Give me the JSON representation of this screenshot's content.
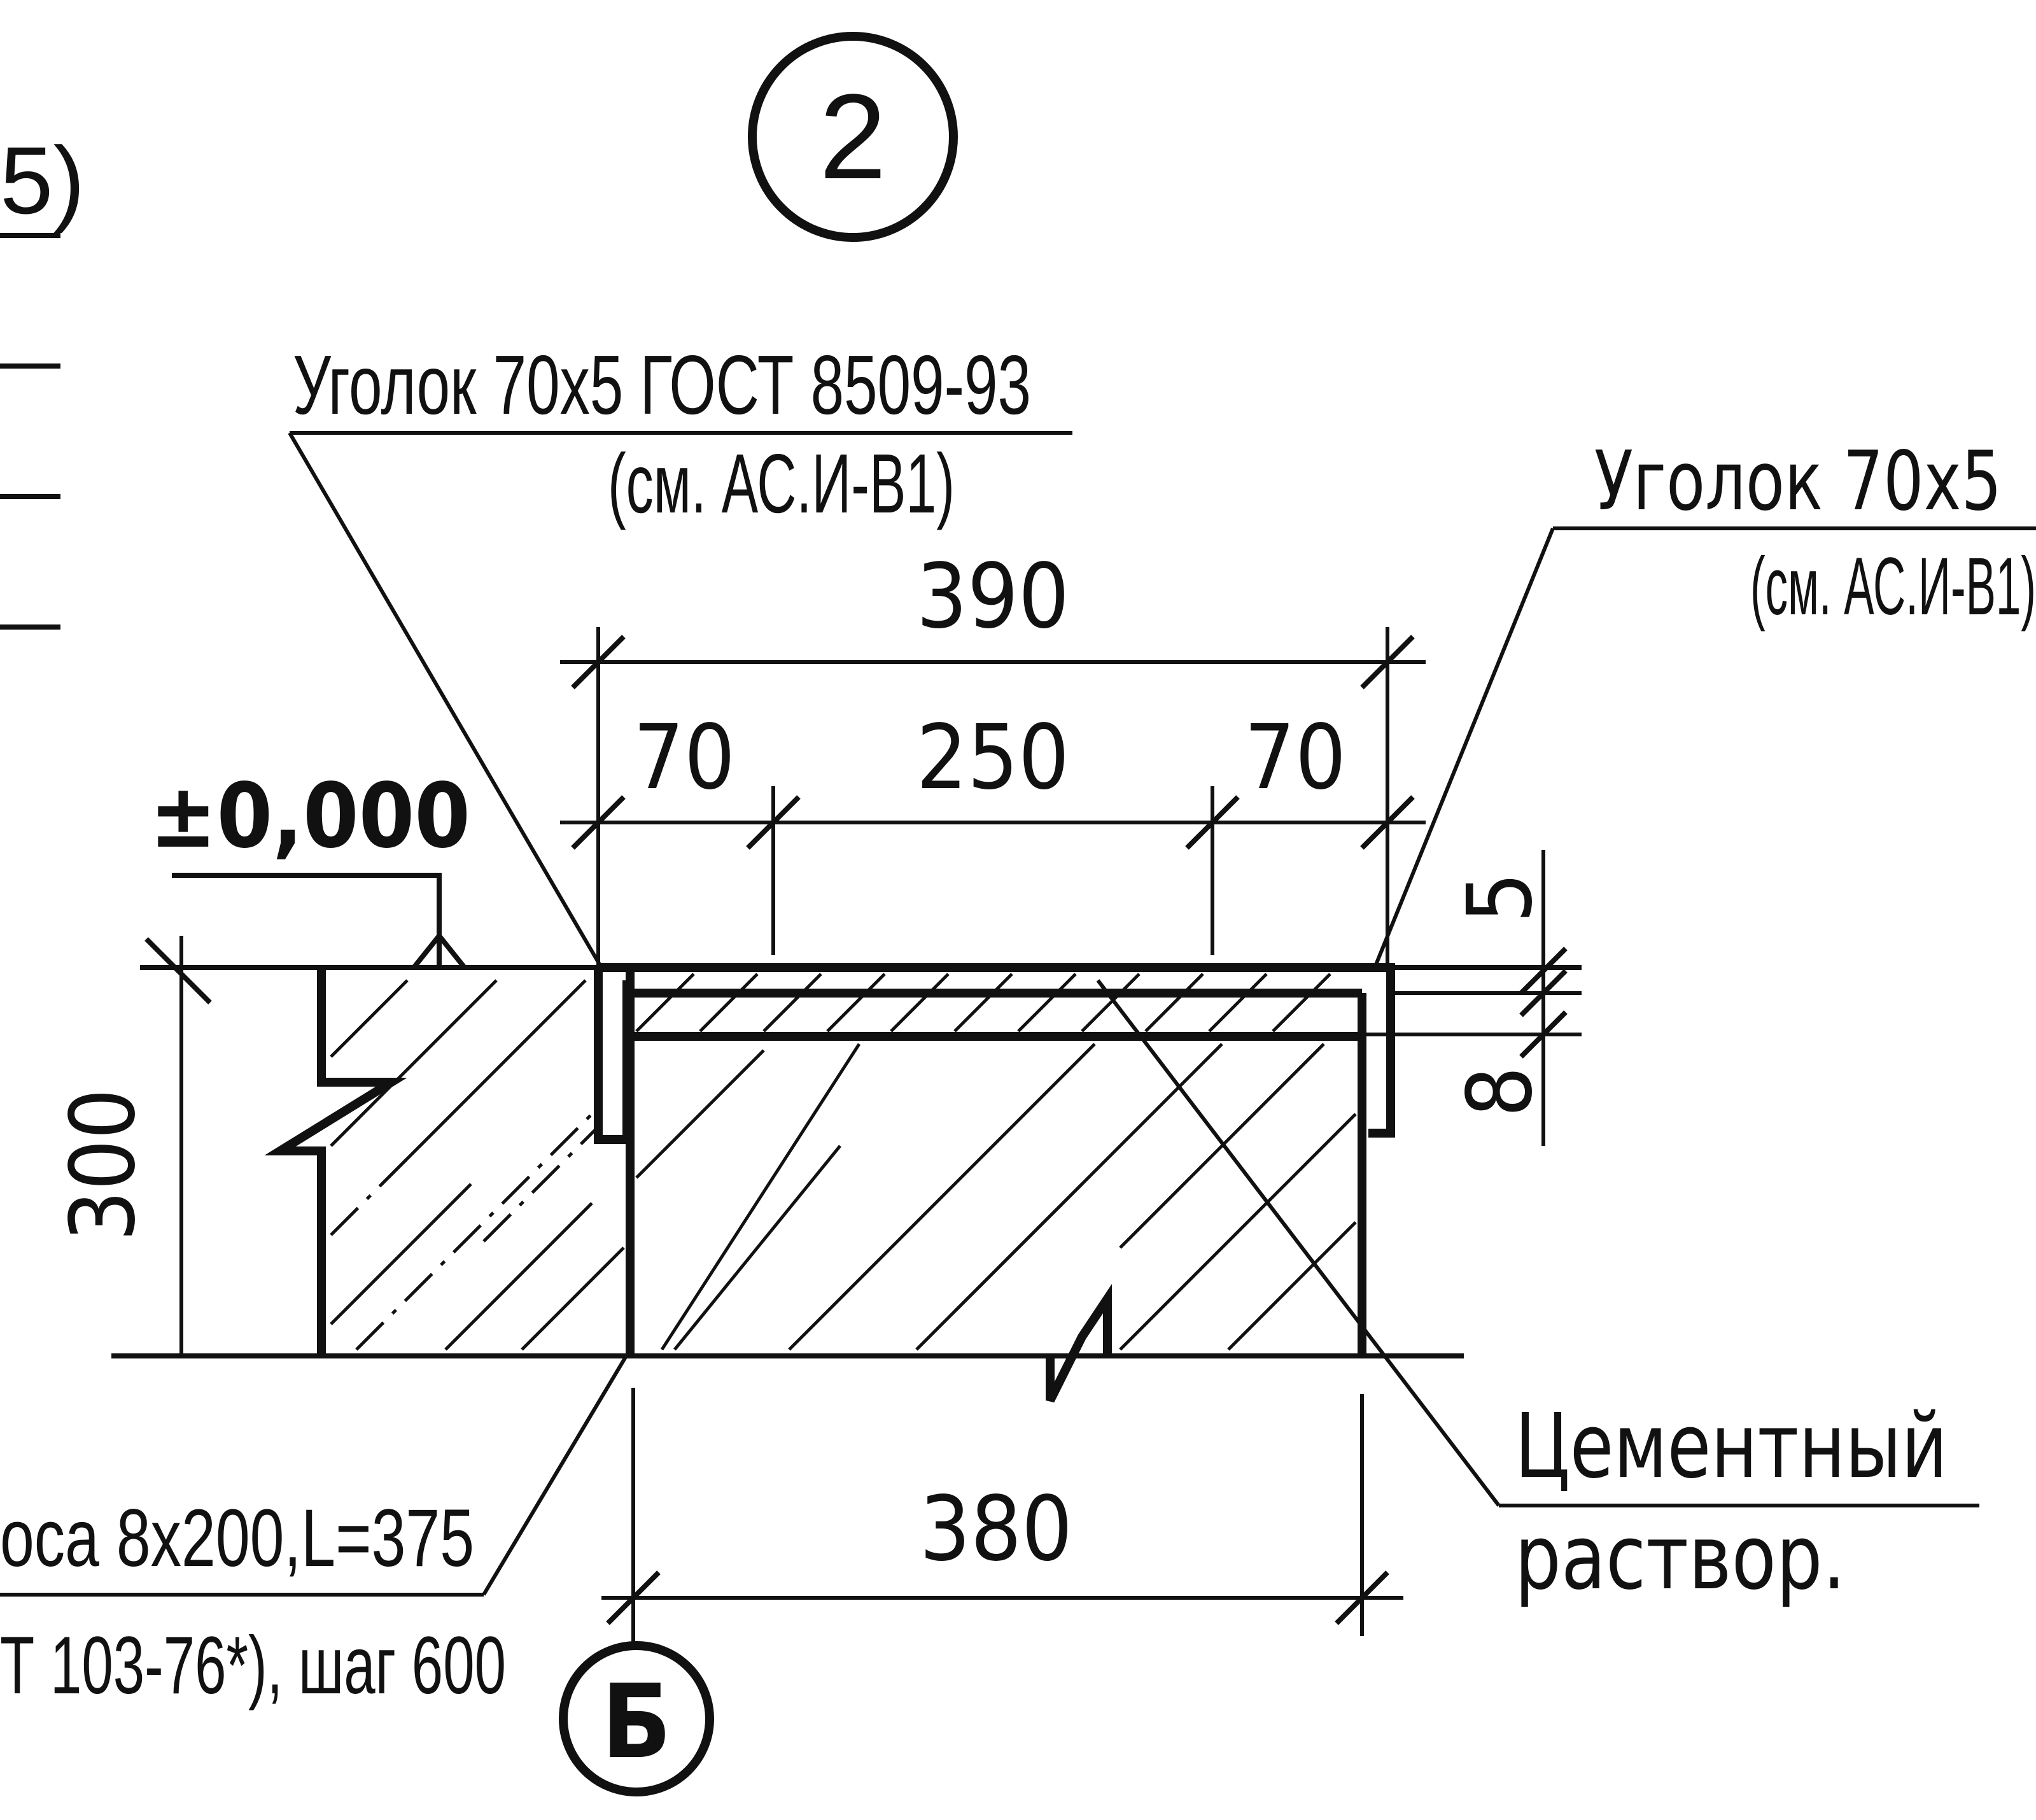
{
  "sheet": {
    "fragment_number": "2",
    "axis_letter": "Б",
    "left_cut_label": "5)"
  },
  "callouts": {
    "angle_left_title": "Уголок 70х5 ГОСТ 8509-93",
    "angle_left_ref": "(см. АС.И-В1)",
    "angle_right_title": "Уголок 70х5",
    "angle_right_ref": "(см. АС.И-В1)",
    "strip_line1": "оса 8х200,L=375",
    "strip_line2": "Т 103-76*), шаг 600",
    "mortar_line1": "Цементный",
    "mortar_line2": "раствор."
  },
  "elevation": {
    "level_mark": "±0,000"
  },
  "dimensions": {
    "overall_top": "390",
    "seg_left": "70",
    "seg_mid": "250",
    "seg_right": "70",
    "height_left": "300",
    "plate_thk_top": "5",
    "plate_thk_bottom": "8",
    "base_width": "380"
  },
  "colors": {
    "line": "#111111",
    "background": "#ffffff"
  }
}
